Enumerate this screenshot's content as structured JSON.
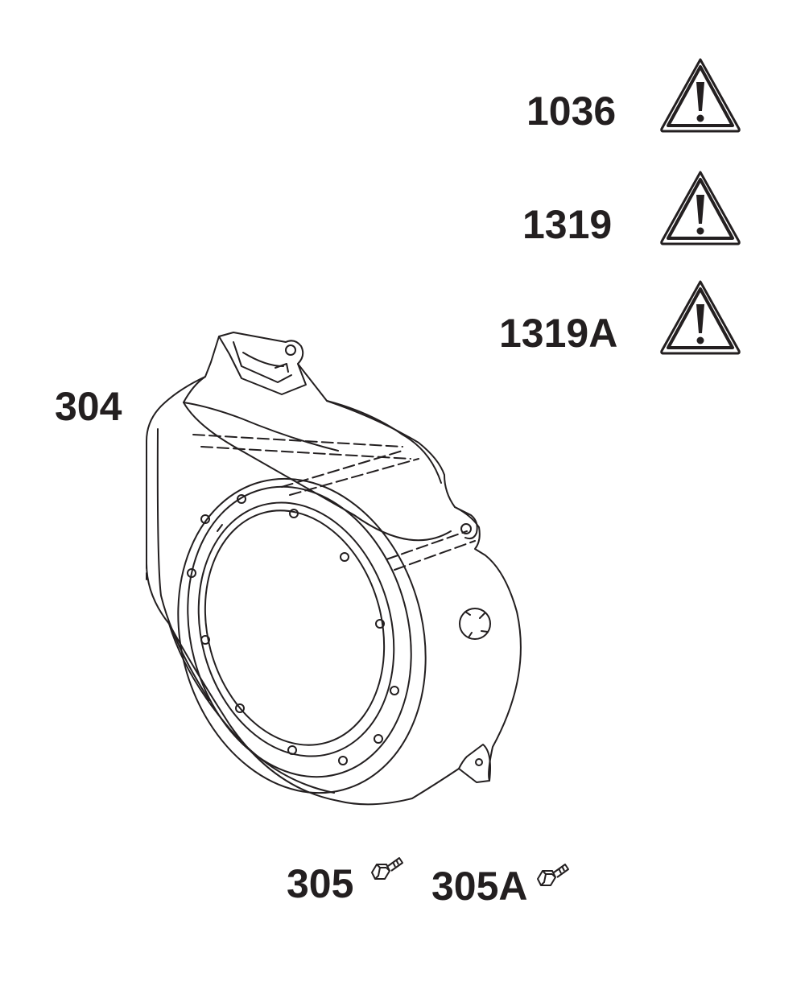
{
  "warnings": [
    {
      "number": "1036",
      "icon": "warning-triangle-icon"
    },
    {
      "number": "1319",
      "icon": "warning-triangle-icon"
    },
    {
      "number": "1319A",
      "icon": "warning-triangle-icon"
    }
  ],
  "parts": {
    "housing": {
      "number": "304",
      "icon": "blower-housing-icon"
    },
    "screw": {
      "number": "305",
      "icon": "screw-icon"
    },
    "screw_alt": {
      "number": "305A",
      "icon": "screw-icon"
    }
  },
  "colors": {
    "ink": "#231f20",
    "background": "#ffffff"
  }
}
